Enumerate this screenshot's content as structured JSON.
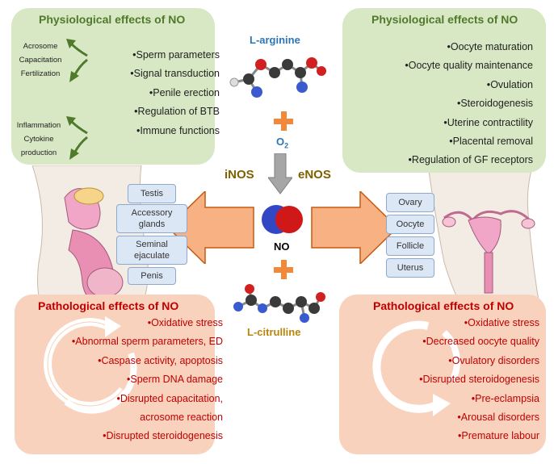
{
  "top_left": {
    "title": "Physiological effects of NO",
    "items": [
      "Sperm parameters",
      "Signal transduction",
      "Penile erection",
      "Regulation of BTB",
      "Immune functions"
    ],
    "side_notes_top": [
      "Acrosome",
      "Capacitation",
      "Fertilization"
    ],
    "side_notes_bottom": [
      "Inflammation",
      "Cytokine",
      "production"
    ]
  },
  "top_right": {
    "title": "Physiological effects of NO",
    "items": [
      "Oocyte maturation",
      "Oocyte quality maintenance",
      "Ovulation",
      "Steroidogenesis",
      "Uterine contractility",
      "Placental removal",
      "Regulation of GF receptors"
    ]
  },
  "bottom_left": {
    "title": "Pathological effects of NO",
    "items": [
      "Oxidative stress",
      "Abnormal sperm parameters, ED",
      "Caspase activity, apoptosis",
      "Sperm DNA damage",
      "Disrupted capacitation,",
      "acrosome reaction",
      "Disrupted steroidogenesis"
    ]
  },
  "bottom_right": {
    "title": "Pathological effects of NO",
    "items": [
      "Oxidative stress",
      "Decreased oocyte quality",
      "Ovulatory disorders",
      "Disrupted steroidogenesis",
      "Pre-eclampsia",
      "Arousal disorders",
      "Premature labour"
    ]
  },
  "center": {
    "l_arginine": "L-arginine",
    "o2_main": "O",
    "o2_sub": "2",
    "inos": "iNOS",
    "enos": "eNOS",
    "no": "NO",
    "l_citrulline": "L-citrulline"
  },
  "male_organs": [
    "Testis",
    "Accessory glands",
    "Seminal ejaculate",
    "Penis"
  ],
  "female_organs": [
    "Ovary",
    "Oocyte",
    "Follicle",
    "Uterus"
  ],
  "colors": {
    "green_panel": "#d9e8c4",
    "peach_panel": "#f9d2bd",
    "green_title": "#4f7a2b",
    "red_text": "#c00000",
    "blue_label": "#2e75b6",
    "gold_label": "#b8860b",
    "orange_plus": "#f0893a"
  },
  "icons": [
    "arrow-curved-icon",
    "arrow-down-icon",
    "arrow-left-icon",
    "arrow-right-icon",
    "cycle-arrow-icon",
    "molecule-icon",
    "no-molecule-icon",
    "plus-icon",
    "male-anatomy-icon",
    "female-anatomy-icon"
  ]
}
